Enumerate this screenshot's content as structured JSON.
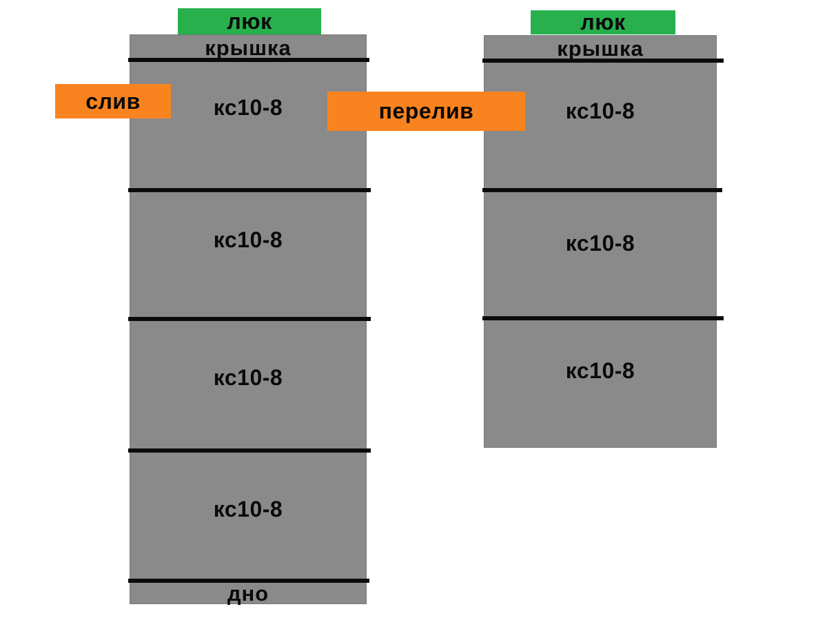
{
  "diagram": {
    "description": "Septic system of concrete rings: two wells",
    "colors": {
      "ring_gray": "#8a8a8a",
      "hatch_green": "#28b04d",
      "pipe_orange": "#f9831f",
      "joint_black": "#0b0b0b",
      "background": "#ffffff"
    },
    "left_well": {
      "hatch": "люк",
      "cover": "крышка",
      "rings": [
        "кс10-8",
        "кс10-8",
        "кс10-8",
        "кс10-8"
      ],
      "bottom": "дно"
    },
    "right_well": {
      "hatch": "люк",
      "cover": "крышка",
      "rings": [
        "кс10-8",
        "кс10-8",
        "кс10-8"
      ]
    },
    "tags": {
      "drain": "слив",
      "overflow": "перелив"
    }
  }
}
